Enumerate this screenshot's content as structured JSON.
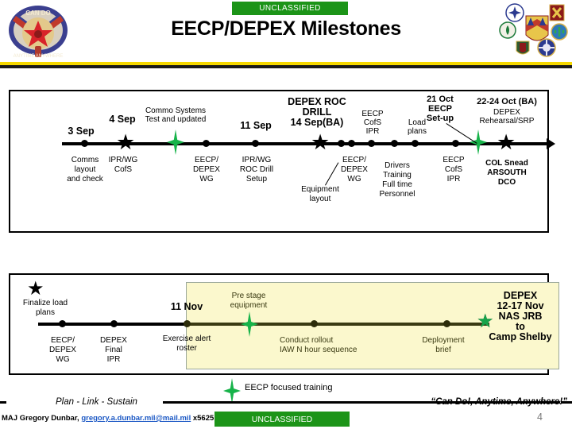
{
  "header": {
    "classification": "UNCLASSIFIED",
    "title": "EECP/DEPEX Milestones",
    "crest_left_name": "can-do-anytime-anywhere-crest",
    "crest_right_name": "unit-insignia-cluster"
  },
  "top_timeline": {
    "events": [
      {
        "date": "3 Sep",
        "date_style": "bold",
        "marker": "dot",
        "below": "Comms\nlayout\nand check",
        "below_style": "plain"
      },
      {
        "date": "4 Sep",
        "date_style": "bold",
        "marker": "star",
        "below": "IPR/WG\nCofS",
        "below_style": "plain"
      },
      {
        "date": "Commo Systems\nTest and updated",
        "date_style": "plain",
        "marker": "burst",
        "below": "",
        "below_style": "plain"
      },
      {
        "date": "",
        "date_style": "plain",
        "marker": "dot",
        "below": "EECP/\nDEPEX\nWG",
        "below_style": "plain"
      },
      {
        "date": "11 Sep",
        "date_style": "bold",
        "marker": "dot",
        "below": "IPR/WG\nROC Drill\nSetup",
        "below_style": "plain"
      },
      {
        "date": "DEPEX ROC\nDRILL\n14 Sep(BA)",
        "date_style": "bold",
        "marker": "star",
        "below": "",
        "below_style": "plain"
      },
      {
        "date": "",
        "date_style": "plain",
        "marker": "dot",
        "below": "Equipment\nlayout",
        "below_style": "plain"
      },
      {
        "date": "",
        "date_style": "plain",
        "marker": "dot",
        "below": "EECP/\nDEPEX\nWG",
        "below_style": "plain"
      },
      {
        "date": "EECP\nCofS\nIPR",
        "date_style": "plain",
        "marker": "dot",
        "below": "",
        "below_style": "plain"
      },
      {
        "date": "",
        "date_style": "plain",
        "marker": "dot",
        "below": "Drivers\nTraining\nFull time\nPersonnel",
        "below_style": "plain"
      },
      {
        "date": "Load\nplans",
        "date_style": "plain",
        "marker": "dot",
        "below": "",
        "below_style": "plain"
      },
      {
        "date": "",
        "date_style": "plain",
        "marker": "dot",
        "below": "EECP\nCofS\nIPR",
        "below_style": "plain"
      },
      {
        "date": "21 Oct\nEECP\nSet-up",
        "date_style": "bold",
        "marker": "burst",
        "below": "",
        "below_style": "plain"
      },
      {
        "date": "22-24 Oct (BA)\nDEPEX\nRehearsal/SRP",
        "date_style": "mixed",
        "marker": "star",
        "below": "COL Snead\nARSOUTH\nDCO",
        "below_style": "bold"
      }
    ],
    "labels": {
      "date_3sep": "3 Sep",
      "below_3sep_l1": "Comms",
      "below_3sep_l2": "layout",
      "below_3sep_l3": "and check",
      "date_4sep": "4 Sep",
      "below_4sep_l1": "IPR/WG",
      "below_4sep_l2": "CofS",
      "commo_l1": "Commo Systems",
      "commo_l2": "Test and updated",
      "eecp_depex_wg_l1": "EECP/",
      "eecp_depex_wg_l2": "DEPEX",
      "eecp_depex_wg_l3": "WG",
      "date_11sep": "11 Sep",
      "iprwg_roc_l1": "IPR/WG",
      "iprwg_roc_l2": "ROC Drill",
      "iprwg_roc_l3": "Setup",
      "depex_roc_l1": "DEPEX ROC",
      "depex_roc_l2": "DRILL",
      "depex_roc_l3": "14 Sep(BA)",
      "equipment_l1": "Equipment",
      "equipment_l2": "layout",
      "eecp_depex_wg2_l1": "EECP/",
      "eecp_depex_wg2_l2": "DEPEX",
      "eecp_depex_wg2_l3": "WG",
      "eecp_cofs_ipr_l1": "EECP",
      "eecp_cofs_ipr_l2": "CofS",
      "eecp_cofs_ipr_l3": "IPR",
      "drivers_l1": "Drivers",
      "drivers_l2": "Training",
      "drivers_l3": "Full time",
      "drivers_l4": "Personnel",
      "load_plans_l1": "Load",
      "load_plans_l2": "plans",
      "eecp_cofs_ipr2_l1": "EECP",
      "eecp_cofs_ipr2_l2": "CofS",
      "eecp_cofs_ipr2_l3": "IPR",
      "oct21_l1": "21 Oct",
      "oct21_l2": "EECP",
      "oct21_l3": "Set-up",
      "oct2224_l1": "22-24 Oct (BA)",
      "oct2224_l2": "DEPEX",
      "oct2224_l3": "Rehearsal/SRP",
      "colsnead_l1": "COL Snead",
      "colsnead_l2": "ARSOUTH",
      "colsnead_l3": "DCO"
    }
  },
  "bottom_timeline": {
    "labels": {
      "finalize_l1": "Finalize load",
      "finalize_l2": "plans",
      "eecp_depex_wg_l1": "EECP/",
      "eecp_depex_wg_l2": "DEPEX",
      "eecp_depex_wg_l3": "WG",
      "depex_final_l1": "DEPEX",
      "depex_final_l2": "Final",
      "depex_final_l3": "IPR",
      "date_11nov": "11 Nov",
      "exercise_l1": "Exercise alert",
      "exercise_l2": "roster",
      "prestage_l1": "Pre stage",
      "prestage_l2": "equipment",
      "rollout_l1": "Conduct rollout",
      "rollout_l2": "IAW N hour sequence",
      "deploy_l1": "Deployment",
      "deploy_l2": "brief",
      "depex_final_block_l1": "DEPEX",
      "depex_final_block_l2": "12-17 Nov",
      "depex_final_block_l3": "NAS JRB",
      "depex_final_block_l4": "to",
      "depex_final_block_l5": "Camp Shelby"
    },
    "highlight_color": "#fbf8cd"
  },
  "legend": {
    "burst_label": "EECP focused training"
  },
  "footer": {
    "motto_left": "Plan - Link - Sustain",
    "motto_right": "“Can Do!, Anytime, Anywhere!”",
    "poc_name": "MAJ Gregory Dunbar,",
    "poc_email": "gregory.a.dunbar.mil@mail.mil",
    "poc_ext": "x5625",
    "classification": "UNCLASSIFIED",
    "page_number": "4"
  },
  "colors": {
    "classification_green": "#1c9418",
    "accent_yellow": "#f5d800",
    "burst_green": "#17b34a",
    "highlight": "#fbf8cd"
  }
}
